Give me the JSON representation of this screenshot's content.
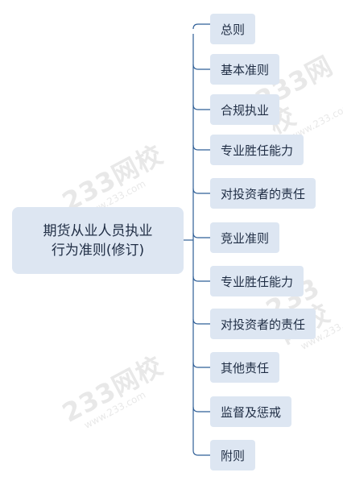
{
  "root": {
    "line1": "期货从业人员执业",
    "line2": "行为准则(修订)"
  },
  "children": [
    "总则",
    "基本准则",
    "合规执业",
    "专业胜任能力",
    "对投资者的责任",
    "竞业准则",
    "专业胜任能力",
    "对投资者的责任",
    "其他责任",
    "监督及惩戒",
    "附则"
  ],
  "watermark": {
    "brand": "233网校",
    "url": "www.233.com"
  },
  "colors": {
    "node_fill": "#dde6f2",
    "connector": "#2f5f97",
    "text": "#1f2d44"
  }
}
